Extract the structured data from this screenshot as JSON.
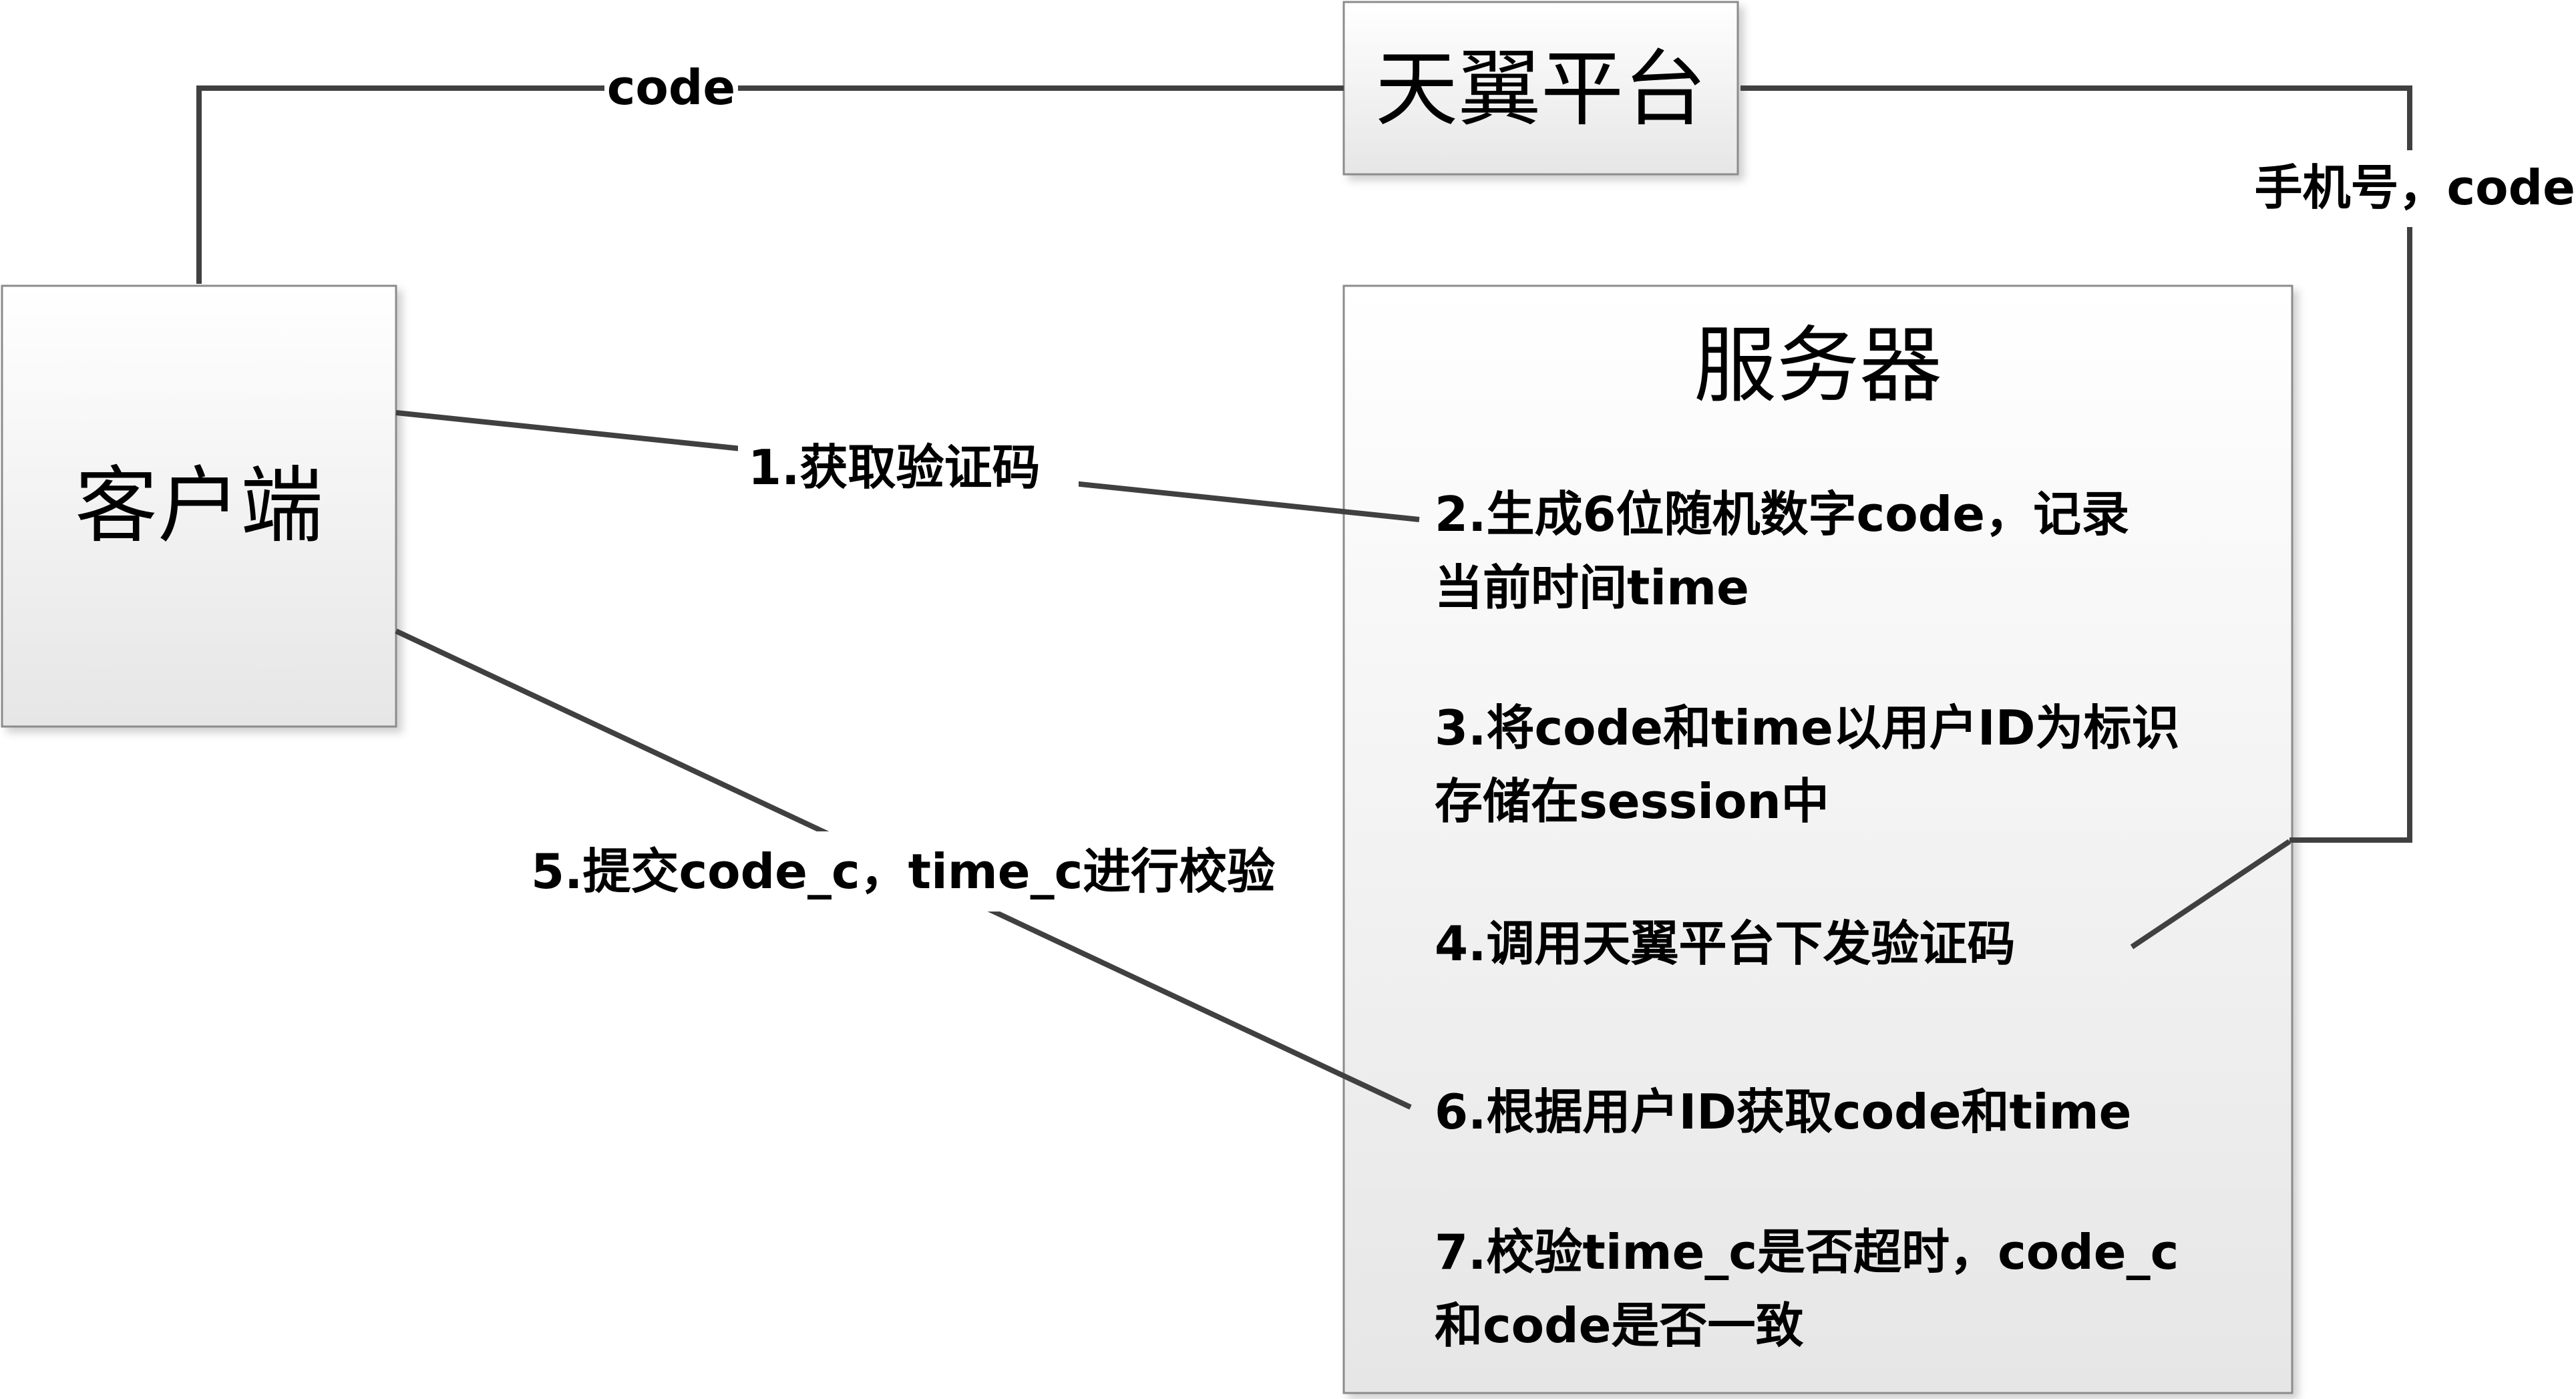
{
  "nodes": {
    "platform": {
      "title": "天翼平台"
    },
    "client": {
      "title": "客户端"
    },
    "server": {
      "title": "服务器",
      "steps": [
        {
          "lines": [
            "2.生成6位随机数字code，记录",
            "当前时间time"
          ]
        },
        {
          "lines": [
            "3.将code和time以用户ID为标识",
            "存储在session中"
          ]
        },
        {
          "lines": [
            "4.调用天翼平台下发验证码"
          ]
        },
        {
          "lines": [
            "6.根据用户ID获取code和time"
          ]
        },
        {
          "lines": [
            "7.校验time_c是否超时，code_c",
            "和code是否一致"
          ]
        }
      ]
    }
  },
  "edges": {
    "platform_to_client": "code",
    "server_to_platform": "手机号，code",
    "client_to_server_request": "1.获取验证码",
    "client_to_server_submit": "5.提交code_c，time_c进行校验"
  },
  "colors": {
    "box_fill_top": "#ffffff",
    "box_fill_bottom": "#e6e6e6",
    "box_border": "#8c8c8c",
    "arrow": "#404040"
  }
}
